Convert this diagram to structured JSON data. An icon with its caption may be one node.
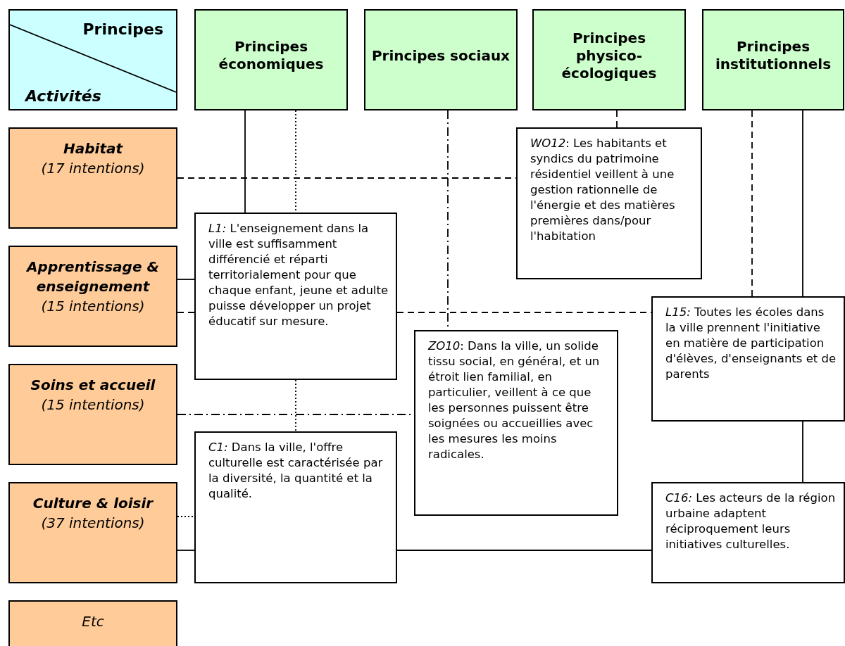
{
  "diagram": {
    "nodes": [
      {
        "text": [
          "Principes",
          "Activités"
        ]
      },
      {
        "text": [
          "Principes économiques"
        ]
      },
      {
        "text": [
          "Principes sociaux"
        ]
      },
      {
        "text": [
          "Principes physico-écologiques"
        ]
      },
      {
        "text": [
          "Principes institutionnels"
        ]
      },
      {
        "text": [
          "Habitat",
          "(17 intentions)"
        ]
      },
      {
        "text": [
          "Apprentissage & enseignement",
          "(15 intentions)"
        ]
      },
      {
        "text": [
          "Soins et accueil",
          "(15 intentions)"
        ]
      },
      {
        "text": [
          "Culture & loisir",
          "(37 intentions)"
        ]
      },
      {
        "text": [
          "Etc"
        ]
      },
      {
        "text": [
          "*L1:* L'enseignement dans la ville est suffisamment différencié et réparti territorialement pour que chaque enfant, jeune et adulte puisse développer un projet éducatif sur mesure."
        ]
      },
      {
        "text": [
          "*WO12*: Les habitants et syndics du patrimoine résidentiel veillent à une gestion rationnelle de l'énergie et des matières premières dans/pour l'habitation"
        ]
      },
      {
        "text": [
          "*ZO10*: Dans la ville, un solide tissu social, en général, et un étroit lien familial, en particulier, veillent à ce que les personnes puissent être soignées ou accueillies avec les mesures les moins radicales."
        ]
      },
      {
        "text": [
          "*L15:* Toutes les écoles dans la ville prennent l'initiative en matière de participation d'élèves, d'enseignants et de parents"
        ]
      },
      {
        "text": [
          "*C1:* Dans la ville, l'offre culturelle est caractérisée par la diversité, la quantité et la qualité."
        ]
      },
      {
        "text": [
          "*C16:* Les acteurs de la région urbaine adaptent réciproquement leurs initiatives culturelles."
        ]
      }
    ],
    "edges": [
      {
        "from": 1,
        "to": 10,
        "arrow": "none"
      },
      {
        "from": 6,
        "to": 10,
        "arrow": "none"
      },
      {
        "from": 3,
        "to": 11,
        "arrow": "none",
        "style": "dashed"
      },
      {
        "from": 5,
        "to": 11,
        "arrow": "none",
        "style": "dashed"
      },
      {
        "from": 2,
        "to": 12,
        "arrow": "none",
        "style": "dashed"
      },
      {
        "from": 7,
        "to": 12,
        "arrow": "none",
        "style": "dashed"
      },
      {
        "from": 4,
        "to": 13,
        "arrow": "none",
        "style": "dashed"
      },
      {
        "from": 6,
        "to": 10,
        "arrow": "none",
        "style": "dashed"
      },
      {
        "from": 10,
        "to": 13,
        "arrow": "none",
        "style": "dashed"
      },
      {
        "from": 1,
        "to": 10,
        "arrow": "none",
        "style": "dashed"
      },
      {
        "from": 10,
        "to": 14,
        "arrow": "none",
        "style": "dashed"
      },
      {
        "from": 8,
        "to": 14,
        "arrow": "none",
        "style": "dashed"
      },
      {
        "from": 4,
        "to": 13,
        "arrow": "none"
      },
      {
        "from": 13,
        "to": 15,
        "arrow": "none"
      },
      {
        "from": 8,
        "to": 14,
        "arrow": "none"
      },
      {
        "from": 14,
        "to": 15,
        "arrow": "none"
      }
    ]
  }
}
